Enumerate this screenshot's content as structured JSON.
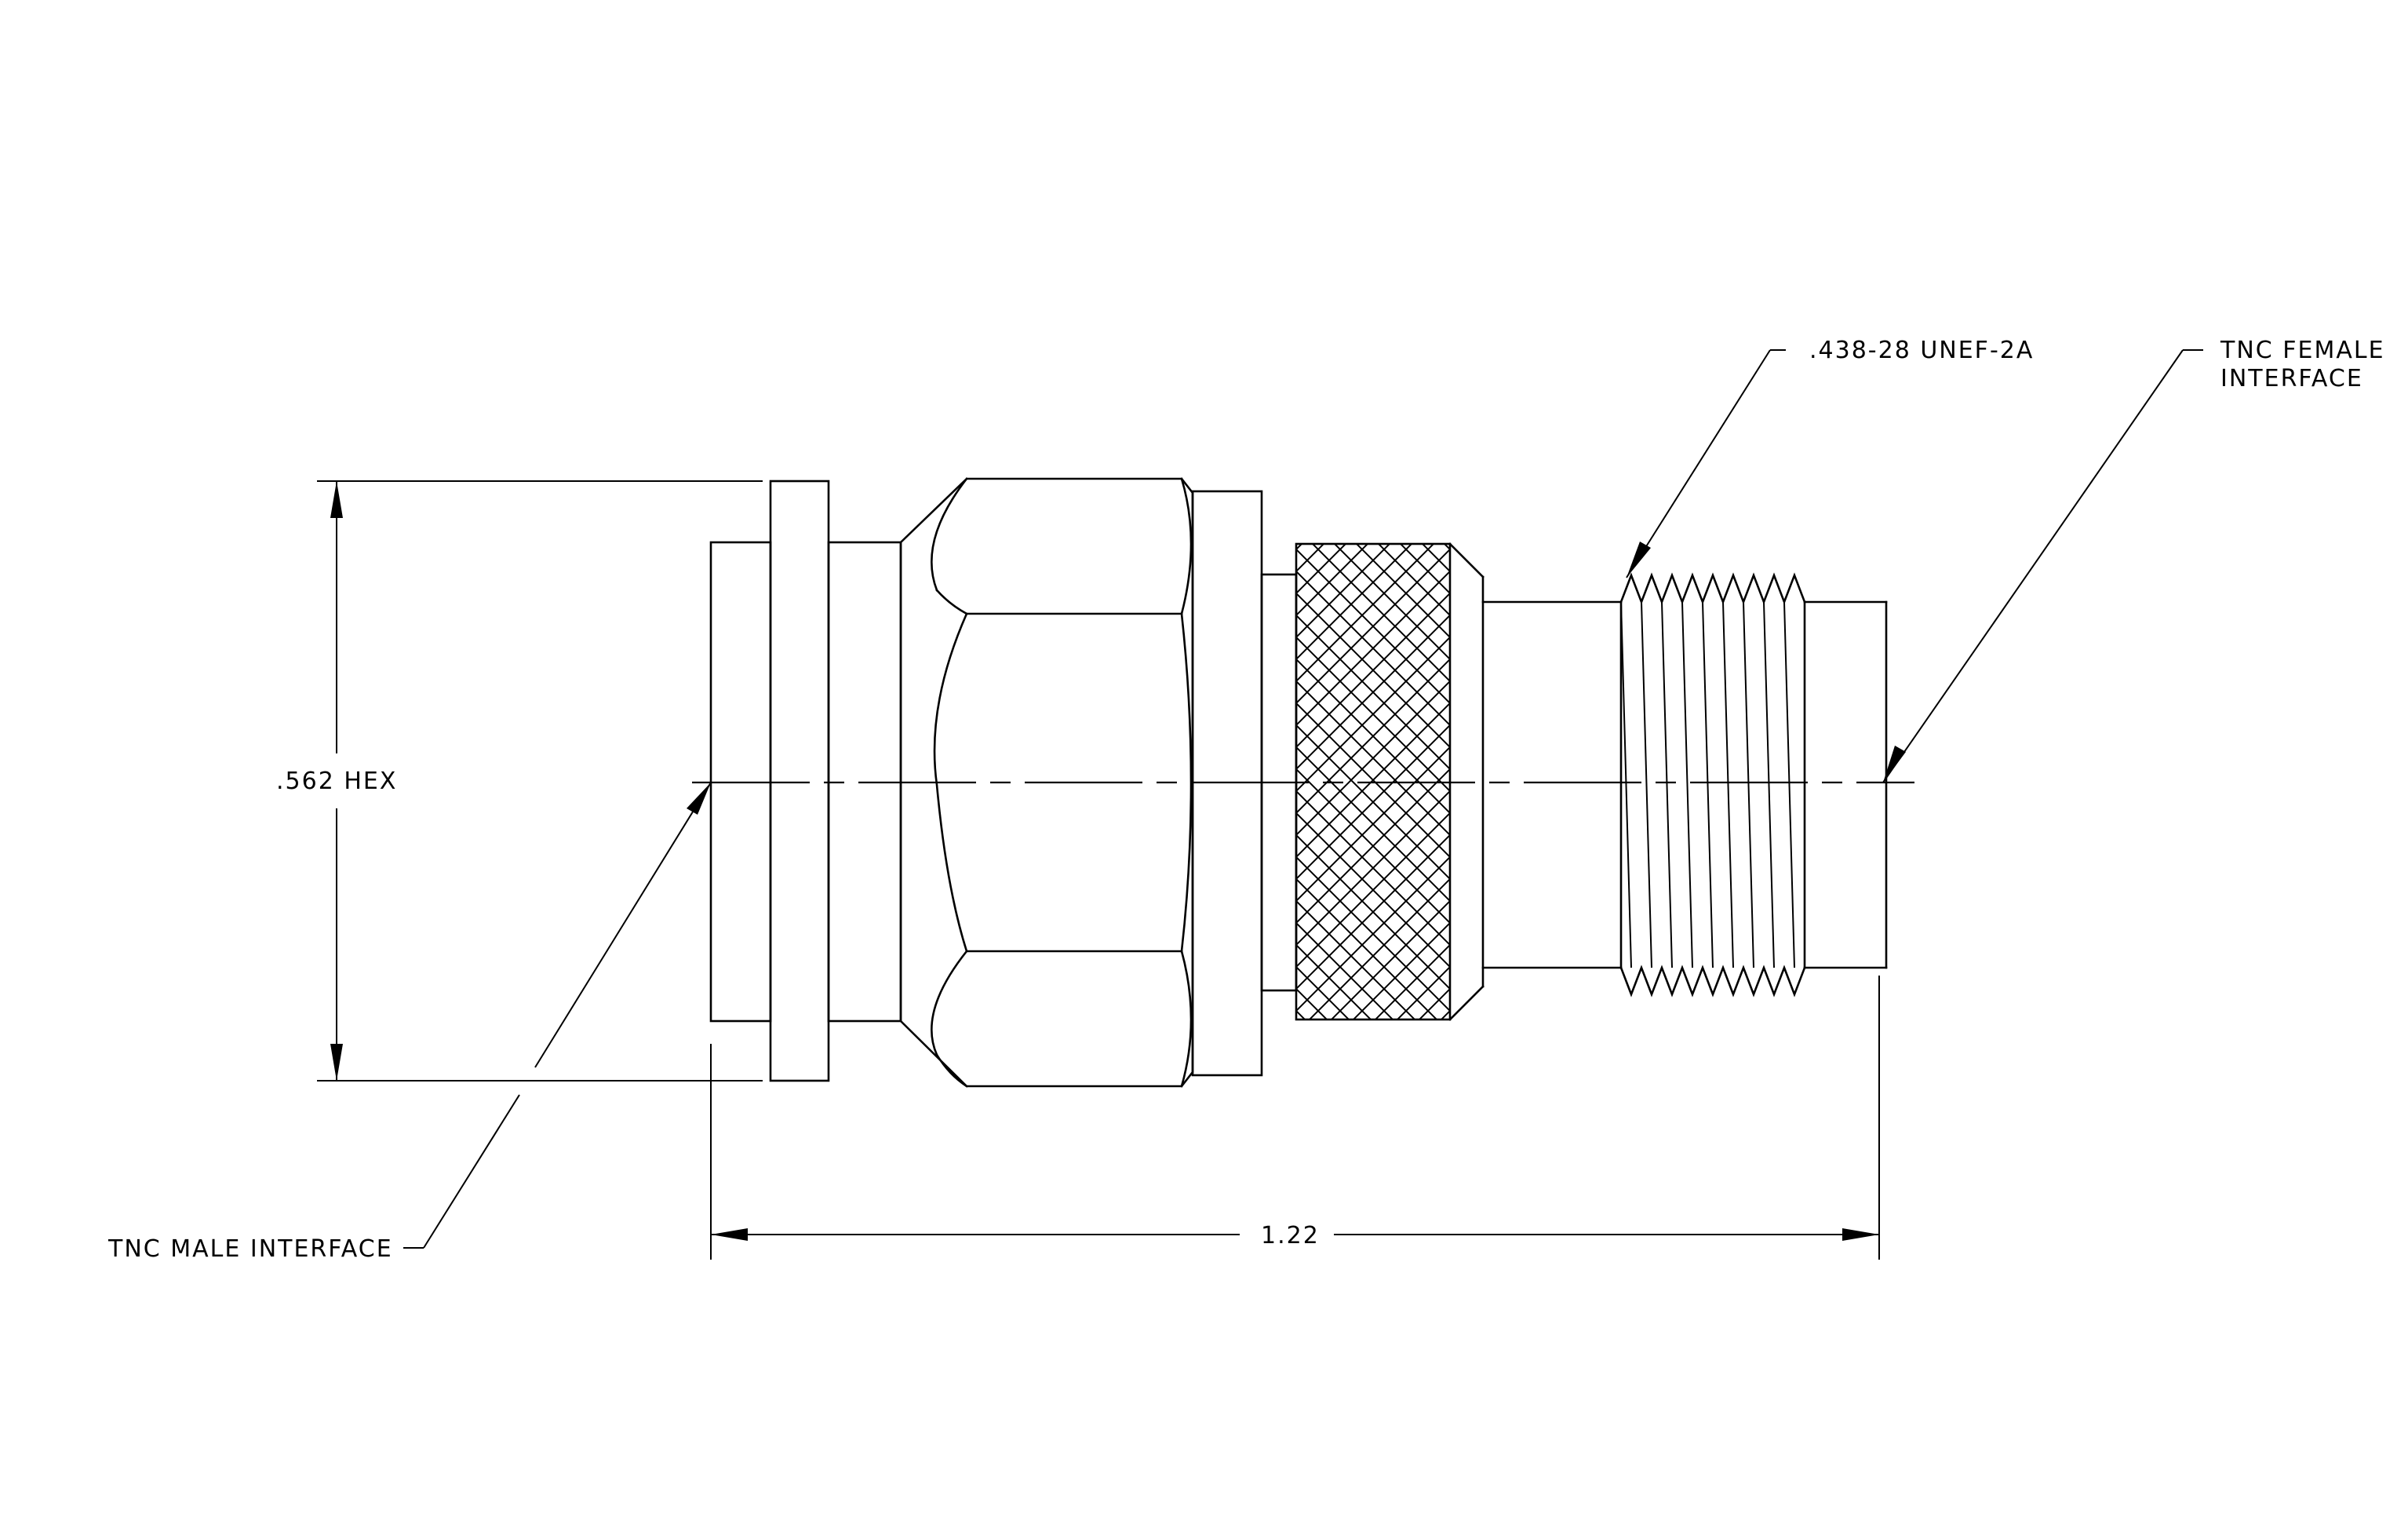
{
  "colors": {
    "ink": "#000000",
    "paper": "#ffffff"
  },
  "labels": {
    "hex_dimension": ".562 HEX",
    "thread_spec": ".438-28 UNEF-2A",
    "female_interface_line1": "TNC FEMALE",
    "female_interface_line2": "INTERFACE",
    "male_interface": "TNC MALE INTERFACE",
    "overall_length": "1.22"
  }
}
